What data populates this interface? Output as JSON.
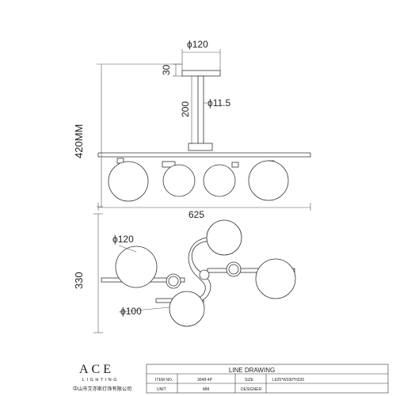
{
  "dimensions": {
    "canopy_diameter": "ϕ120",
    "canopy_height": "30",
    "rod_length": "200",
    "rod_diameter": "ϕ11.5",
    "overall_height": "420MM",
    "overall_width": "625",
    "plan_depth": "330",
    "large_globe": "ϕ120",
    "small_globe": "ϕ100"
  },
  "brand": {
    "name": "ACE",
    "sub": "LIGHTING",
    "company": "中山市艾亦斯灯饰有限公司"
  },
  "title_block": {
    "title": "LINE DRAWING",
    "item_label": "ITEM NO.",
    "item_value": "3048-4P",
    "size_label": "SIZE",
    "size_value": "L625*W330*H320",
    "unit_label": "UNIT",
    "unit_value": "MM",
    "designer_label": "DESIGNER",
    "designer_value": ""
  }
}
